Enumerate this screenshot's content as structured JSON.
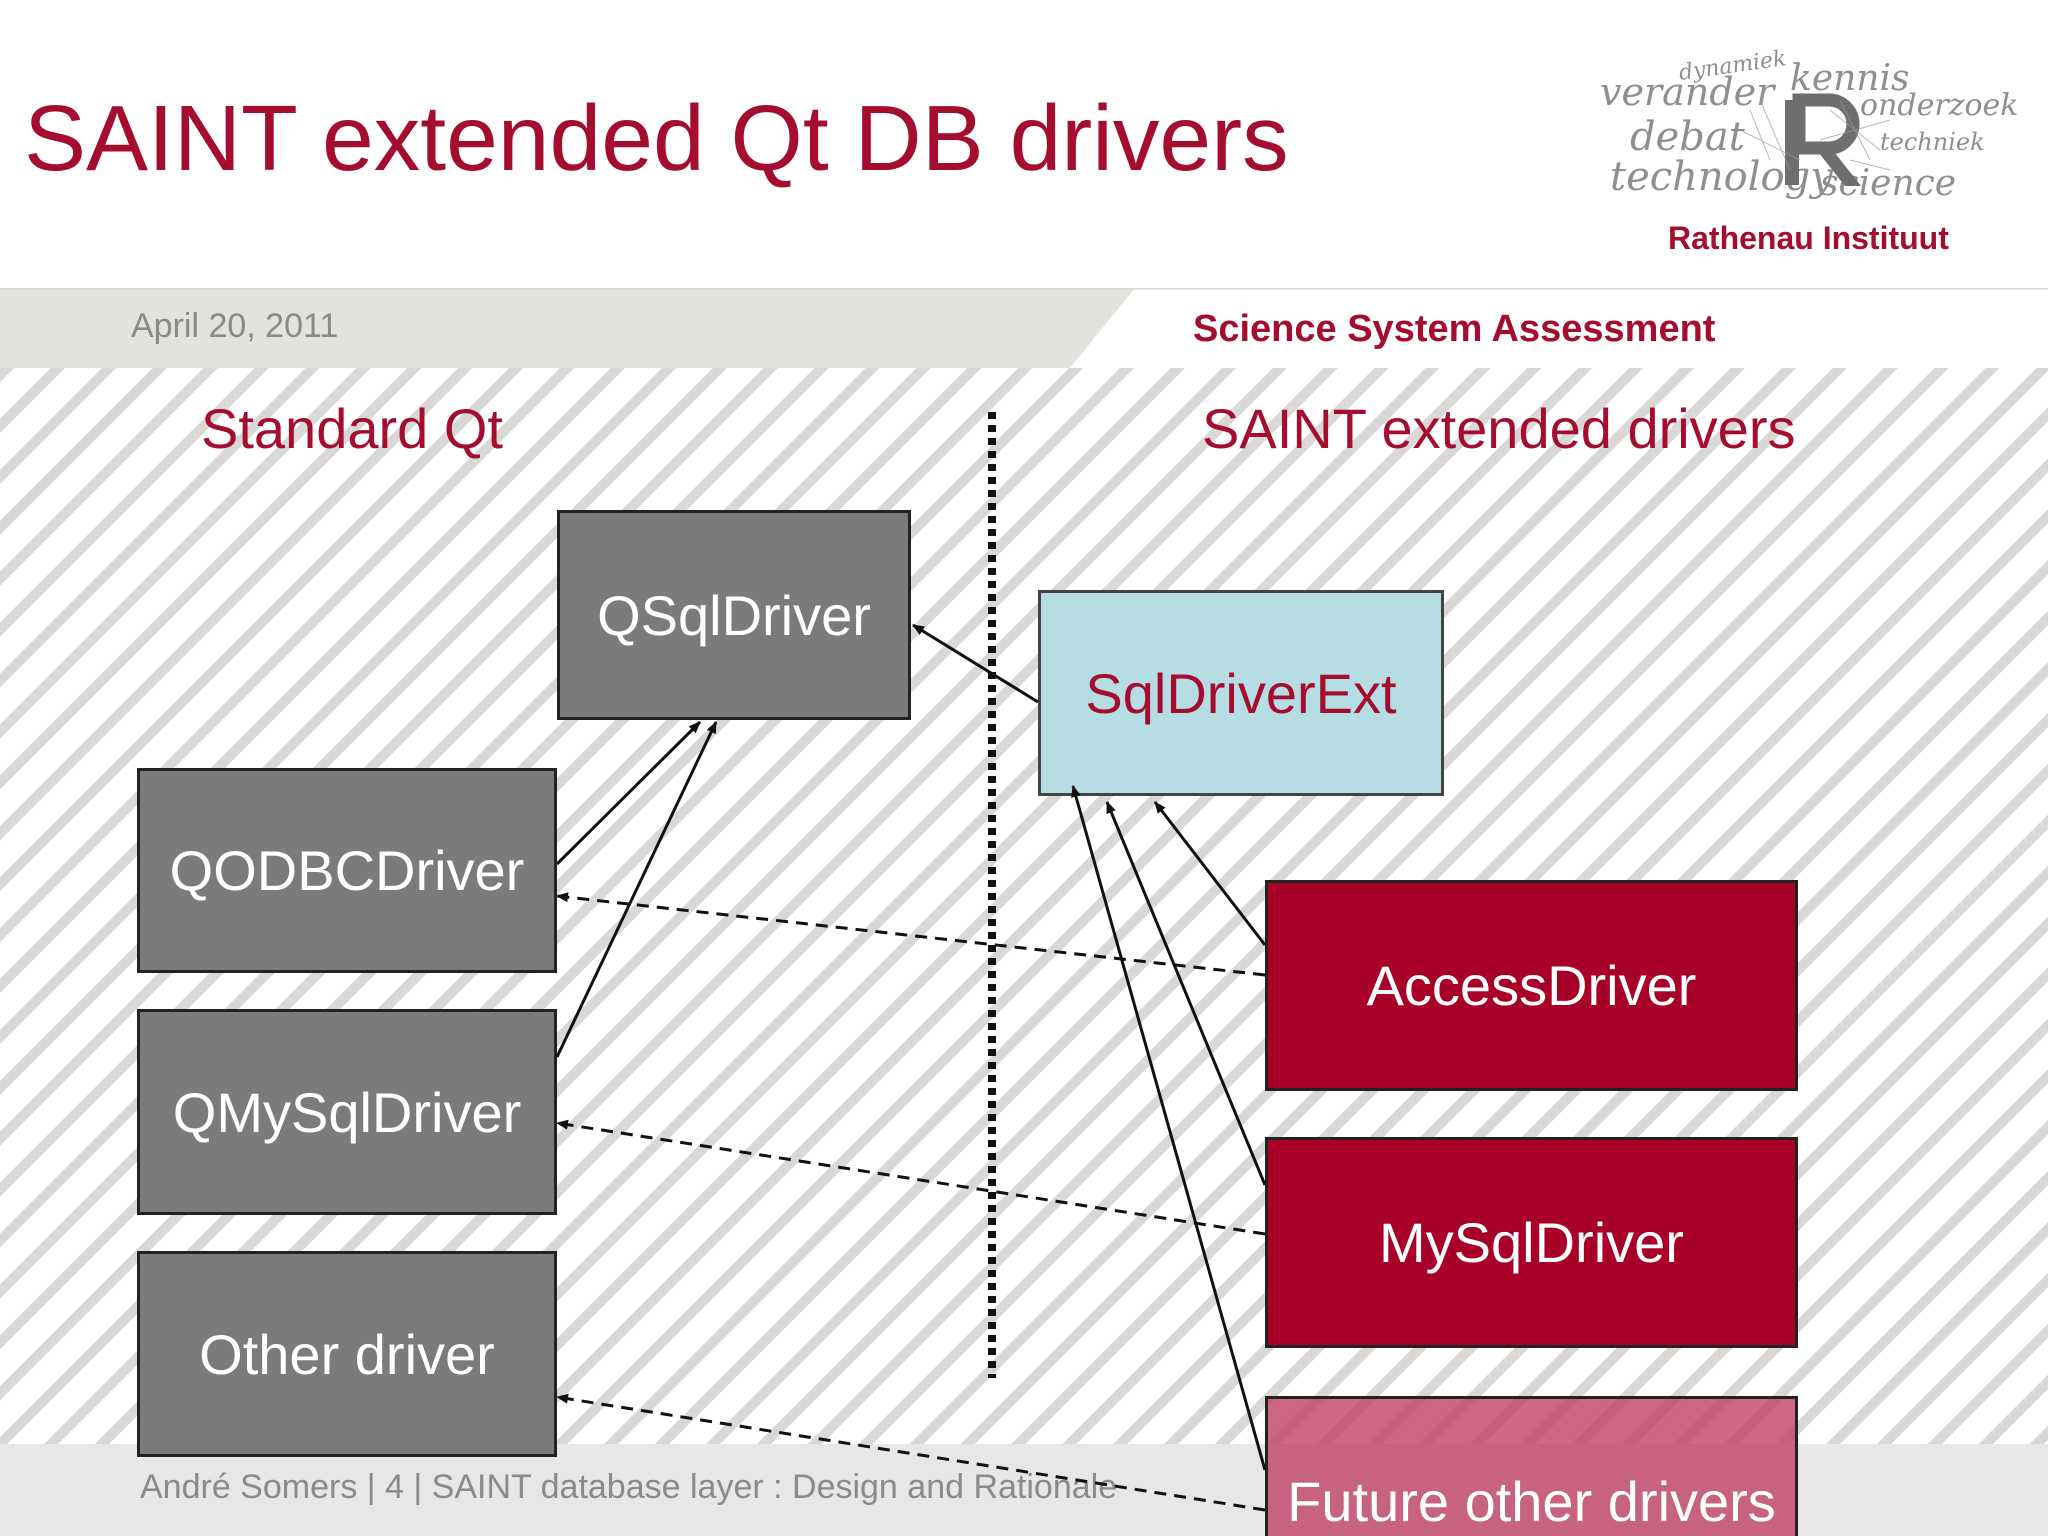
{
  "slide": {
    "title": "SAINT extended Qt DB drivers",
    "date": "April 20, 2011",
    "tagline": "Science System Assessment",
    "logo": {
      "name": "Rathenau Instituut",
      "words": [
        "dynamiek",
        "kennis",
        "verandering",
        "onderzoek",
        "technology",
        "science",
        "debat",
        "techniek"
      ]
    },
    "footer": "André Somers  |  4  |  SAINT database layer : Design and Rationale"
  },
  "diagram": {
    "left_heading": "Standard Qt",
    "right_heading": "SAINT extended drivers",
    "nodes": {
      "qsqldriver": "QSqlDriver",
      "qodbcdriver": "QODBCDriver",
      "qmysqldriver": "QMySqlDriver",
      "other_driver": "Other driver",
      "sqldriverext": "SqlDriverExt",
      "accessdriver": "AccessDriver",
      "mysqldriver": "MySqlDriver",
      "future_drivers": "Future other drivers"
    },
    "edges": [
      {
        "from": "qodbcdriver",
        "to": "qsqldriver",
        "style": "solid"
      },
      {
        "from": "qmysqldriver",
        "to": "qsqldriver",
        "style": "solid"
      },
      {
        "from": "sqldriverext",
        "to": "qsqldriver",
        "style": "solid"
      },
      {
        "from": "accessdriver",
        "to": "sqldriverext",
        "style": "solid"
      },
      {
        "from": "mysqldriver",
        "to": "sqldriverext",
        "style": "solid"
      },
      {
        "from": "future_drivers",
        "to": "sqldriverext",
        "style": "solid"
      },
      {
        "from": "accessdriver",
        "to": "qodbcdriver",
        "style": "dashed"
      },
      {
        "from": "mysqldriver",
        "to": "qmysqldriver",
        "style": "dashed"
      },
      {
        "from": "future_drivers",
        "to": "other_driver",
        "style": "dashed"
      }
    ]
  },
  "colors": {
    "brand_red": "#a50d2e",
    "driver_gray": "#7c7b7c",
    "driver_red": "#a80027",
    "ext_blue": "#b7dde4",
    "future_pink": "#c04a6e"
  }
}
